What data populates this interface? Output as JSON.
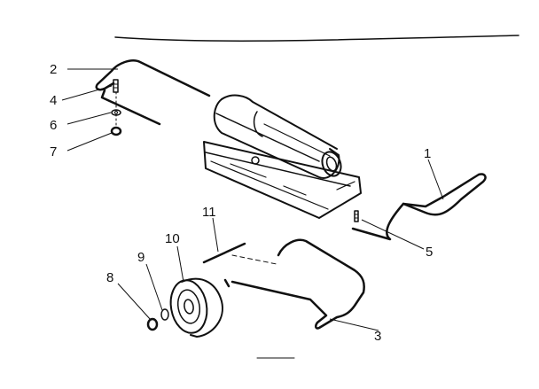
{
  "diagram": {
    "parts": [
      {
        "id": "1",
        "label": "1"
      },
      {
        "id": "2",
        "label": "2"
      },
      {
        "id": "3",
        "label": "3"
      },
      {
        "id": "4",
        "label": "4"
      },
      {
        "id": "5",
        "label": "5"
      },
      {
        "id": "6",
        "label": "6"
      },
      {
        "id": "7",
        "label": "7"
      },
      {
        "id": "8",
        "label": "8"
      },
      {
        "id": "9",
        "label": "9"
      },
      {
        "id": "10",
        "label": "10"
      },
      {
        "id": "11",
        "label": "11"
      }
    ]
  }
}
